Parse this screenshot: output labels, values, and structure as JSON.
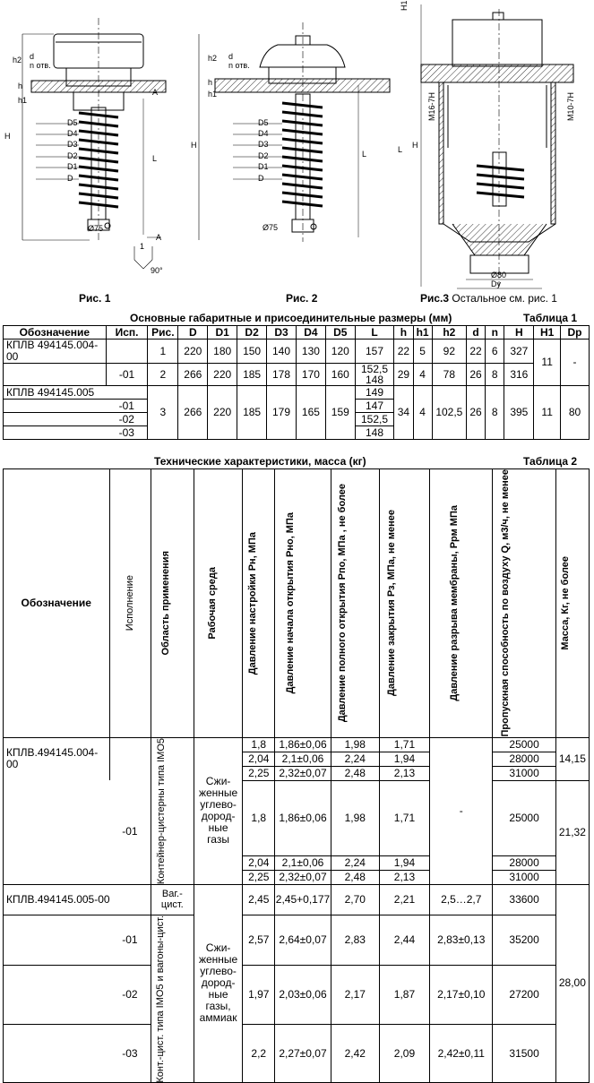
{
  "figures": {
    "fig1_caption": "Рис. 1",
    "fig2_caption": "Рис. 2",
    "fig3_caption": "Рис.3",
    "fig3_note": "Остальное см. рис. 1",
    "labels": {
      "h2": "h2",
      "d": "d",
      "n_otv": "n отв.",
      "h": "h",
      "h1": "h1",
      "H": "H",
      "L": "L",
      "H1": "H1",
      "D5": "D5",
      "D4": "D4",
      "D3": "D3",
      "D2": "D2",
      "D1": "D1",
      "D": "D",
      "d75": "Ø75",
      "A": "A",
      "A_view": "A",
      "one": "1",
      "ang90": "90°",
      "M16": "M16-7H",
      "M10": "M10-7H",
      "d80": "Ø80",
      "Dy": "Dy"
    }
  },
  "table1": {
    "title": "Основные габаритные и присоединительные размеры (мм)",
    "label": "Таблица 1",
    "headers": [
      "Обозначение",
      "Исп.",
      "Рис.",
      "D",
      "D1",
      "D2",
      "D3",
      "D4",
      "D5",
      "L",
      "h",
      "h1",
      "h2",
      "d",
      "n",
      "H",
      "H1",
      "Dp"
    ],
    "rows": [
      {
        "name": "КПЛВ 494145.004-00",
        "isp": "",
        "fig": "1",
        "D": "220",
        "D1": "180",
        "D2": "150",
        "D3": "140",
        "D4": "130",
        "D5": "120",
        "L": "157",
        "h": "22",
        "h1": "5",
        "h2": "92",
        "d": "22",
        "n": "6",
        "H": "327"
      },
      {
        "name": "",
        "isp": "-01",
        "fig": "2",
        "D": "266",
        "D1": "220",
        "D2": "185",
        "D3": "178",
        "D4": "170",
        "D5": "160",
        "L": "152,5",
        "L2": "148",
        "h": "29",
        "h1": "4",
        "h2": "78",
        "d": "26",
        "n": "8",
        "H": "316"
      },
      {
        "name": "КПЛВ 494145.005",
        "L": "149"
      },
      {
        "isp": "-01",
        "L": "147"
      },
      {
        "isp": "-02",
        "L": "152,5"
      },
      {
        "isp": "-03",
        "L": "148"
      }
    ],
    "H1_top": "11",
    "Dp_top": "-",
    "grp2": {
      "fig": "3",
      "D": "266",
      "D1": "220",
      "D2": "185",
      "D3": "179",
      "D4": "165",
      "D5": "159",
      "h": "34",
      "h1": "4",
      "h2": "102,5",
      "d": "26",
      "n": "8",
      "H": "395",
      "H1": "11",
      "Dp": "80"
    }
  },
  "table2": {
    "title": "Технические характеристики, масса (кг)",
    "label": "Таблица 2",
    "headers": {
      "name": "Обозначение",
      "isp": "Исполнение",
      "area": "Область применения",
      "medium": "Рабочая среда",
      "pn": "Давление настройки Pн, МПа",
      "pno": "Давление начала открытия Pно, МПа",
      "ppo": "Давление полного открытия Pпо, МПа , не более",
      "pz": "Давление закрытия Pз, МПа, не менее",
      "prm": "Давление разрыва мембраны, Pрм МПа",
      "q": "Пропускная способность по воздуху Q, м3/ч, не менее",
      "mass": "Масса, Кг, не более"
    },
    "g1_name": "КПЛВ.494145.004-00",
    "g1_isp2": "-01",
    "g1_area": "Контейнер-цистерны типа IMO5",
    "g1_medium": "Сжи-женные углево-дород-ные газы",
    "g1_prm": "-",
    "g1_mass_a": "14,15",
    "g1_mass_b": "21,32",
    "g1_rows": [
      [
        "1,8",
        "1,86±0,06",
        "1,98",
        "1,71",
        "25000"
      ],
      [
        "2,04",
        "2,1±0,06",
        "2,24",
        "1,94",
        "28000"
      ],
      [
        "2,25",
        "2,32±0,07",
        "2,48",
        "2,13",
        "31000"
      ],
      [
        "1,8",
        "1,86±0,06",
        "1,98",
        "1,71",
        "25000"
      ],
      [
        "2,04",
        "2,1±0,06",
        "2,24",
        "1,94",
        "28000"
      ],
      [
        "2,25",
        "2,32±0,07",
        "2,48",
        "2,13",
        "31000"
      ]
    ],
    "g2_name": "КПЛВ.494145.005-00",
    "g2_area_a": "Ваг.- цист.",
    "g2_area_b": "Конт.-цист. типа IMO5 и вагоны-цист.",
    "g2_medium": "Сжи-женные углево-дород-ные газы, аммиак",
    "g2_mass": "28,00",
    "g2_rows": [
      {
        "isp": "",
        "pn": "2,45",
        "pno": "2,45+0,177",
        "ppo": "2,70",
        "pz": "2,21",
        "prm": "2,5…2,7",
        "q": "33600"
      },
      {
        "isp": "-01",
        "pn": "2,57",
        "pno": "2,64±0,07",
        "ppo": "2,83",
        "pz": "2,44",
        "prm": "2,83±0,13",
        "q": "35200"
      },
      {
        "isp": "-02",
        "pn": "1,97",
        "pno": "2,03±0,06",
        "ppo": "2,17",
        "pz": "1,87",
        "prm": "2,17±0,10",
        "q": "27200"
      },
      {
        "isp": "-03",
        "pn": "2,2",
        "pno": "2,27±0,07",
        "ppo": "2,42",
        "pz": "2,09",
        "prm": "2,42±0,11",
        "q": "31500"
      }
    ]
  }
}
